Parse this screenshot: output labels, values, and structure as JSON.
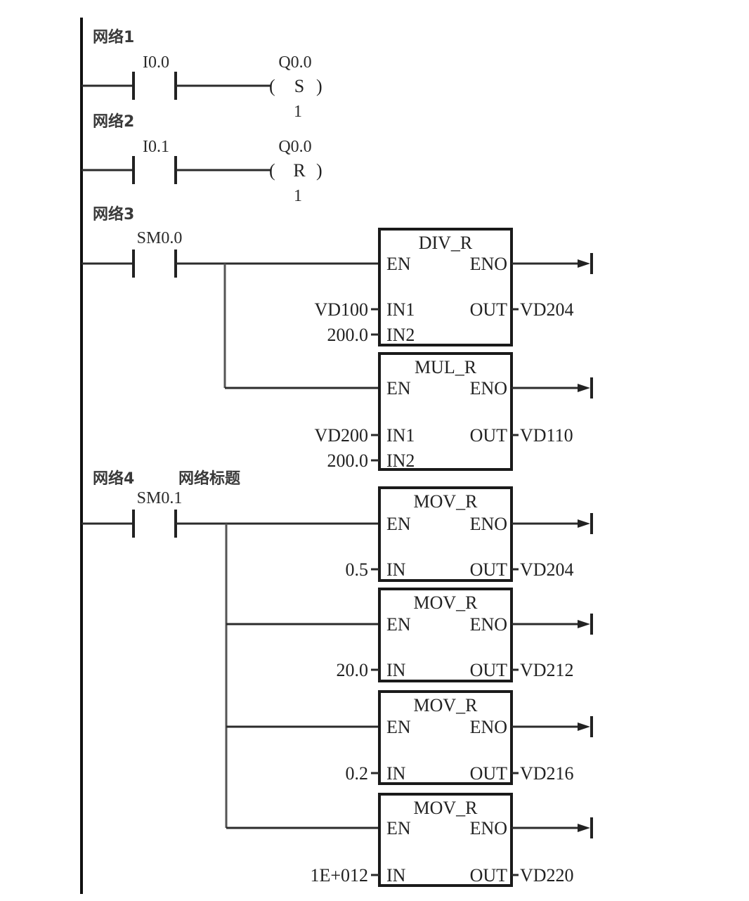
{
  "diagram": {
    "type": "plc-ladder",
    "networks": [
      {
        "label": "网络1",
        "title": "",
        "contact": "I0.0",
        "coil": {
          "address": "Q0.0",
          "op": "S",
          "count": "1"
        }
      },
      {
        "label": "网络2",
        "title": "",
        "contact": "I0.1",
        "coil": {
          "address": "Q0.0",
          "op": "R",
          "count": "1"
        }
      },
      {
        "label": "网络3",
        "title": "",
        "contact": "SM0.0",
        "blocks": [
          {
            "name": "DIV_R",
            "en": "EN",
            "eno": "ENO",
            "inputs": [
              {
                "pin": "IN1",
                "value": "VD100"
              },
              {
                "pin": "IN2",
                "value": "200.0"
              }
            ],
            "out_pin": "OUT",
            "out": "VD204"
          },
          {
            "name": "MUL_R",
            "en": "EN",
            "eno": "ENO",
            "inputs": [
              {
                "pin": "IN1",
                "value": "VD200"
              },
              {
                "pin": "IN2",
                "value": "200.0"
              }
            ],
            "out_pin": "OUT",
            "out": "VD110"
          }
        ]
      },
      {
        "label": "网络4",
        "title": "网络标题",
        "contact": "SM0.1",
        "blocks": [
          {
            "name": "MOV_R",
            "en": "EN",
            "eno": "ENO",
            "inputs": [
              {
                "pin": "IN",
                "value": "0.5"
              }
            ],
            "out_pin": "OUT",
            "out": "VD204"
          },
          {
            "name": "MOV_R",
            "en": "EN",
            "eno": "ENO",
            "inputs": [
              {
                "pin": "IN",
                "value": "20.0"
              }
            ],
            "out_pin": "OUT",
            "out": "VD212"
          },
          {
            "name": "MOV_R",
            "en": "EN",
            "eno": "ENO",
            "inputs": [
              {
                "pin": "IN",
                "value": "0.2"
              }
            ],
            "out_pin": "OUT",
            "out": "VD216"
          },
          {
            "name": "MOV_R",
            "en": "EN",
            "eno": "ENO",
            "inputs": [
              {
                "pin": "IN",
                "value": "1E+012"
              }
            ],
            "out_pin": "OUT",
            "out": "VD220"
          }
        ]
      }
    ]
  }
}
